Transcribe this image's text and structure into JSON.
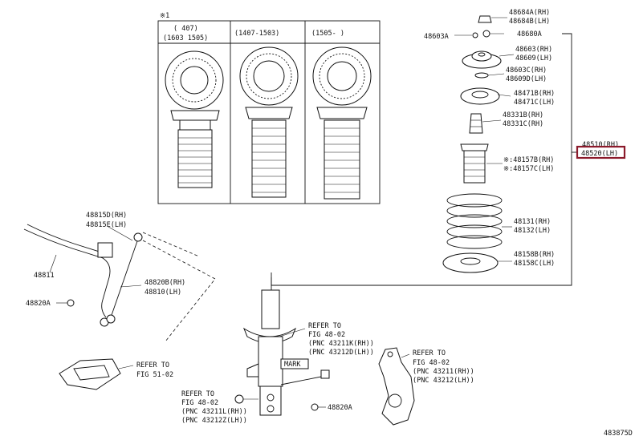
{
  "inset": {
    "marker": "※1",
    "col1": "( 407)",
    "col1b": "(1603 1505)",
    "col2": "(1407-1503)",
    "col3": "(1505-     )"
  },
  "labels": {
    "p48684A": "48684A(RH)",
    "p48684B": "48684B(LH)",
    "p48680A": "48680A",
    "p48603A": "48603A",
    "p48603": "48603(RH)",
    "p48609": "48609(LH)",
    "p48603C": "48603C(RH)",
    "p48609D": "48609D(LH)",
    "p48471B": "48471B(RH)",
    "p48471C": "48471C(LH)",
    "p48331B": "48331B(RH)",
    "p48331C": "48331C(RH)",
    "p48510": "48510(RH)",
    "p48520": "48520(LH)",
    "p48157B": "※:48157B(RH)",
    "p48157C": "※:48157C(LH)",
    "p48131": "48131(RH)",
    "p48132": "48132(LH)",
    "p48158B": "48158B(RH)",
    "p48158C": "48158C(LH)",
    "p48815D": "48815D(RH)",
    "p48815E": "48815E(LH)",
    "p48811": "48811",
    "p48820B": "48820B(RH)",
    "p48810": "48810(LH)",
    "p48820A_left": "48820A",
    "p48820A_bottom": "48820A",
    "mark": "MARK",
    "ref1_a": "REFER TO",
    "ref1_b": "FIG 48-02",
    "ref1_c": "(PNC 43211K(RH))",
    "ref1_d": "(PNC 43212D(LH))",
    "ref2_a": "REFER TO",
    "ref2_b": "FIG 48-02",
    "ref2_c": "(PNC 43211(RH))",
    "ref2_d": "(PNC 43212(LH))",
    "ref3_a": "REFER TO",
    "ref3_b": "FIG 51-02",
    "ref4_a": "REFER TO",
    "ref4_b": "FIG 48-02",
    "ref4_c": "(PNC 43211L(RH))",
    "ref4_d": "(PNC 43212Z(LH))",
    "diagram_id": "483875D"
  },
  "colors": {
    "highlight": "#8b1a2b",
    "line": "#111111"
  }
}
